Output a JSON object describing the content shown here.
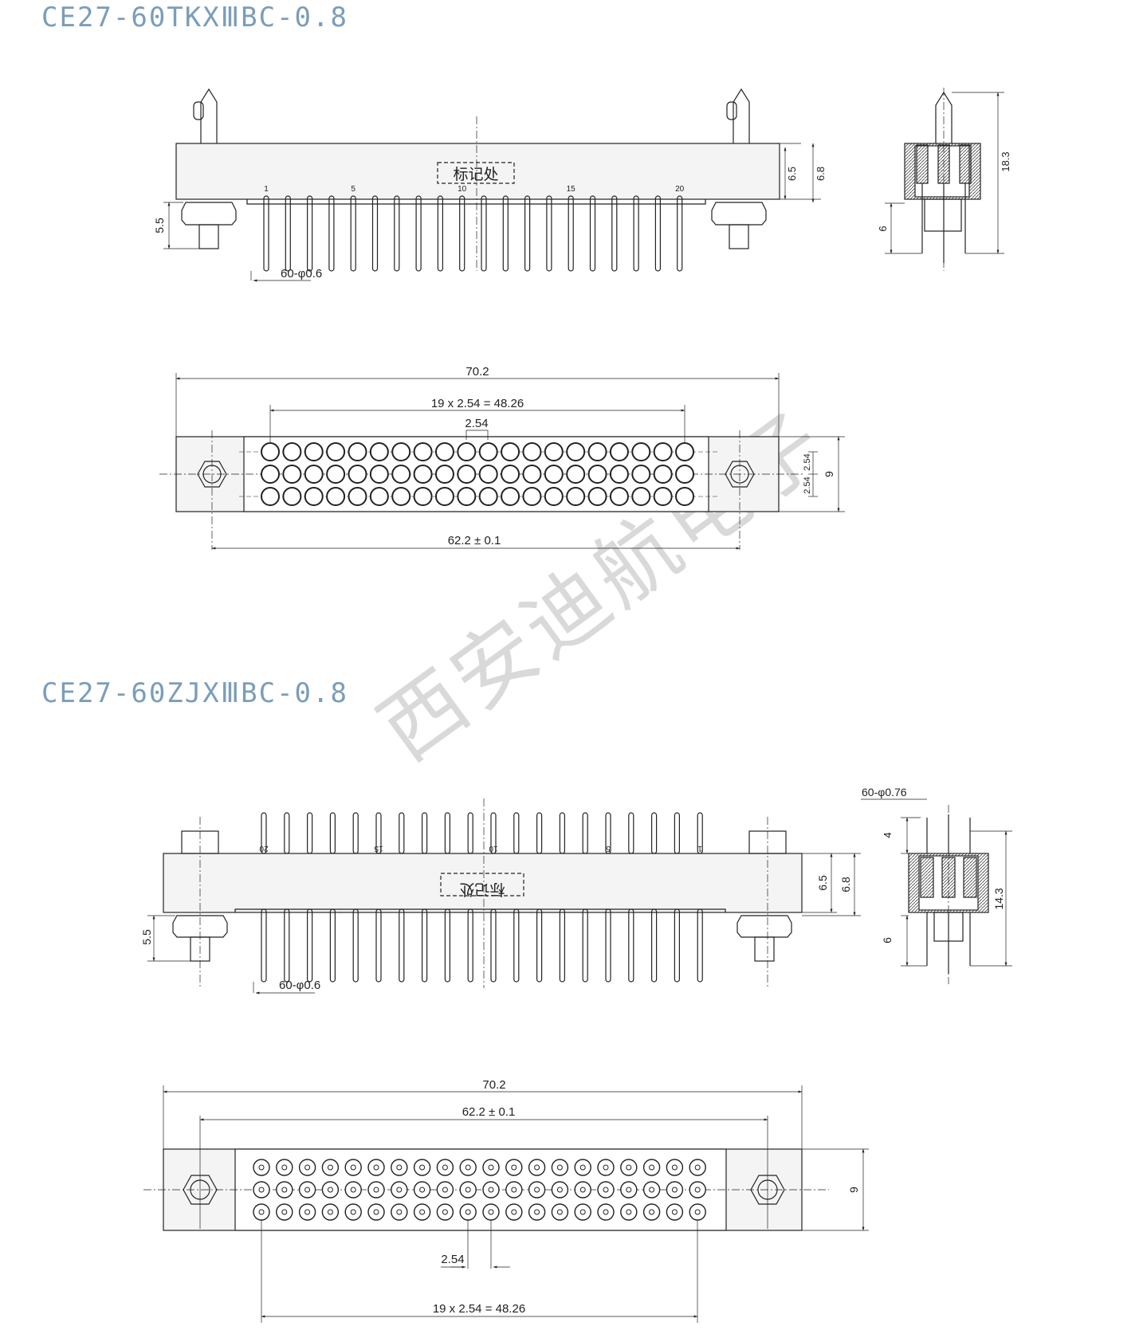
{
  "drawing1": {
    "title": "CE27-60TKXⅢBC-0.8",
    "marker": "标记处",
    "pin_numbers": [
      "1",
      "5",
      "10",
      "15",
      "20"
    ],
    "dims": {
      "pin_spec": "60-φ0.6",
      "height_5_5": "5.5",
      "height_6_5": "6.5",
      "height_6_8": "6.8",
      "side_18_3": "18.3",
      "side_6": "6",
      "length_70_2": "70.2",
      "pitch_total": "19 x 2.54 = 48.26",
      "pitch": "2.54",
      "row_pitch_a": "2.54",
      "row_pitch_b": "2.54",
      "width_9": "9",
      "mount_62_2": "62.2 ± 0.1"
    }
  },
  "drawing2": {
    "title": "CE27-60ZJXⅢBC-0.8",
    "marker": "标记处",
    "pin_numbers": [
      "20",
      "15",
      "10",
      "5",
      "1"
    ],
    "dims": {
      "pin_spec": "60-φ0.6",
      "side_pin_spec": "60-φ0.76",
      "side_4": "4",
      "height_5_5": "5.5",
      "height_6_5": "6.5",
      "height_6_8": "6.8",
      "side_14_3": "14.3",
      "side_6": "6",
      "length_70_2": "70.2",
      "mount_62_2": "62.2 ± 0.1",
      "width_9": "9",
      "pitch": "2.54",
      "pitch_total": "19 x 2.54 = 48.26"
    }
  },
  "watermark": "西安迪航电子",
  "colors": {
    "line": "#222222",
    "title": "#7a9dbb",
    "watermark": "#d9d9d9",
    "body_fill": "#f4f4f4"
  }
}
